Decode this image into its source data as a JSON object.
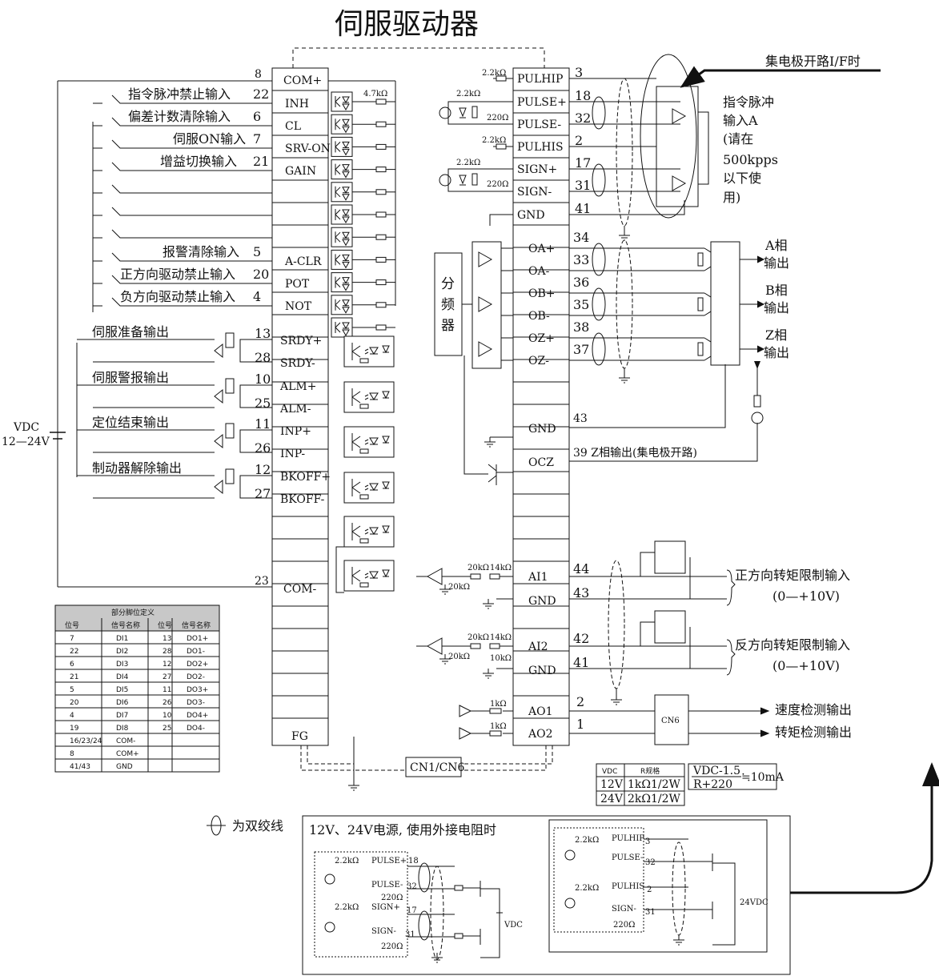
{
  "title": "伺服驱动器",
  "note_open_collector": "集电极开路I/F时",
  "vdc_label": "VDC",
  "vdc_range": "12—24V",
  "left_inputs": [
    {
      "label": "指令脉冲禁止输入",
      "pin": "22",
      "signal": "INH"
    },
    {
      "label": "偏差计数清除输入",
      "pin": "6",
      "signal": "CL"
    },
    {
      "label": "伺服ON输入",
      "pin": "7",
      "signal": "SRV-ON"
    },
    {
      "label": "增益切换输入",
      "pin": "21",
      "signal": "GAIN"
    },
    {
      "label": "报警清除输入",
      "pin": "5",
      "signal": "A-CLR"
    },
    {
      "label": "正方向驱动禁止输入",
      "pin": "20",
      "signal": "POT"
    },
    {
      "label": "负方向驱动禁止输入",
      "pin": "4",
      "signal": "NOT"
    }
  ],
  "com_plus": {
    "pin": "8",
    "signal": "COM+"
  },
  "com_minus": {
    "pin": "23",
    "signal": "COM-"
  },
  "fg": "FG",
  "left_outputs": [
    {
      "label": "伺服准备输出",
      "pin_a": "13",
      "sig_a": "SRDY+",
      "pin_b": "28",
      "sig_b": "SRDY-"
    },
    {
      "label": "伺服警报输出",
      "pin_a": "10",
      "sig_a": "ALM+",
      "pin_b": "25",
      "sig_b": "ALM-"
    },
    {
      "label": "定位结束输出",
      "pin_a": "11",
      "sig_a": "INP+",
      "pin_b": "26",
      "sig_b": "INP-"
    },
    {
      "label": "制动器解除输出",
      "pin_a": "12",
      "sig_a": "BKOFF+",
      "pin_b": "27",
      "sig_b": "BKOFF-"
    }
  ],
  "r_47k": "4.7kΩ",
  "r_22k": "2.2kΩ",
  "r_220": "220Ω",
  "r_20k": "20kΩ",
  "r_14k": "14kΩ",
  "r_10k": "10kΩ",
  "r_1k": "1kΩ",
  "right_pulse": [
    {
      "signal": "PULHIP",
      "pin": "3"
    },
    {
      "signal": "PULSE+",
      "pin": "18"
    },
    {
      "signal": "PULSE-",
      "pin": "32"
    },
    {
      "signal": "PULHIS",
      "pin": "2"
    },
    {
      "signal": "SIGN+",
      "pin": "17"
    },
    {
      "signal": "SIGN-",
      "pin": "31"
    },
    {
      "signal": "GND",
      "pin": "41"
    }
  ],
  "pulse_note": [
    "指令脉冲",
    "输入A",
    "(请在",
    "500kpps",
    "以下使",
    "用)"
  ],
  "divider": [
    "分",
    "频",
    "器"
  ],
  "encoder": [
    {
      "signal": "OA+",
      "pin": "34"
    },
    {
      "signal": "OA-",
      "pin": "33"
    },
    {
      "signal": "OB+",
      "pin": "36"
    },
    {
      "signal": "OB-",
      "pin": "35"
    },
    {
      "signal": "OZ+",
      "pin": "38"
    },
    {
      "signal": "OZ-",
      "pin": "37"
    }
  ],
  "phase_out": [
    [
      "A相",
      "输出"
    ],
    [
      "B相",
      "输出"
    ],
    [
      "Z相",
      "输出"
    ]
  ],
  "gnd43": {
    "signal": "GND",
    "pin": "43"
  },
  "ocz": {
    "signal": "OCZ",
    "pin_label": "39 Z相输出(集电极开路)"
  },
  "analog": [
    {
      "signal": "AI1",
      "pin": "44",
      "gnd_pin": "43",
      "label": "正方向转矩限制输入",
      "range": "(0—+10V)"
    },
    {
      "signal": "AI2",
      "pin": "42",
      "gnd_pin": "41",
      "label": "反方向转矩限制输入",
      "range": "(0—+10V)"
    }
  ],
  "ao": [
    {
      "signal": "AO1",
      "pin": "2",
      "label": "速度检测输出"
    },
    {
      "signal": "AO2",
      "pin": "1",
      "label": "转矩检测输出"
    }
  ],
  "cn6": "CN6",
  "cn1cn6": "CN1/CN6",
  "r_table": {
    "h1": "VDC",
    "h2": "R规格",
    "rows": [
      [
        "12V",
        "1kΩ1/2W"
      ],
      [
        "24V",
        "2kΩ1/2W"
      ]
    ],
    "formula_top": "VDC-1.5",
    "formula_bottom": "R+220",
    "formula_result": "≒10mA"
  },
  "pin_table": {
    "title": "部分脚位定义",
    "headers": [
      "位号",
      "信号名称",
      "位号",
      "信号名称"
    ],
    "rows": [
      [
        "7",
        "DI1",
        "13",
        "DO1+"
      ],
      [
        "22",
        "DI2",
        "28",
        "DO1-"
      ],
      [
        "6",
        "DI3",
        "12",
        "DO2+"
      ],
      [
        "21",
        "DI4",
        "27",
        "DO2-"
      ],
      [
        "5",
        "DI5",
        "11",
        "DO3+"
      ],
      [
        "20",
        "DI6",
        "26",
        "DO3-"
      ],
      [
        "4",
        "DI7",
        "10",
        "DO4+"
      ],
      [
        "19",
        "DI8",
        "25",
        "DO4-"
      ],
      [
        "16/23/24",
        "COM-",
        "",
        ""
      ],
      [
        "8",
        "COM+",
        "",
        ""
      ],
      [
        "41/43",
        "GND",
        "",
        ""
      ]
    ]
  },
  "twisted_legend": "为双绞线",
  "external_note": "12V、24V电源, 使用外接电阻时",
  "inset1": {
    "pulse_plus": "PULSE+",
    "pulse_minus": "PULSE-",
    "sign_plus": "SIGN+",
    "sign_minus": "SIGN-",
    "p18": "18",
    "p32": "32",
    "p17": "17",
    "p31": "31",
    "vdc": "VDC"
  },
  "inset2": {
    "pulhip": "PULHIP",
    "pulse_minus": "PULSE-",
    "pulhis": "PULHIS",
    "sign_minus": "SIGN-",
    "p3": "3",
    "p32": "32",
    "p2": "2",
    "p31": "31",
    "vdc": "24VDC"
  }
}
